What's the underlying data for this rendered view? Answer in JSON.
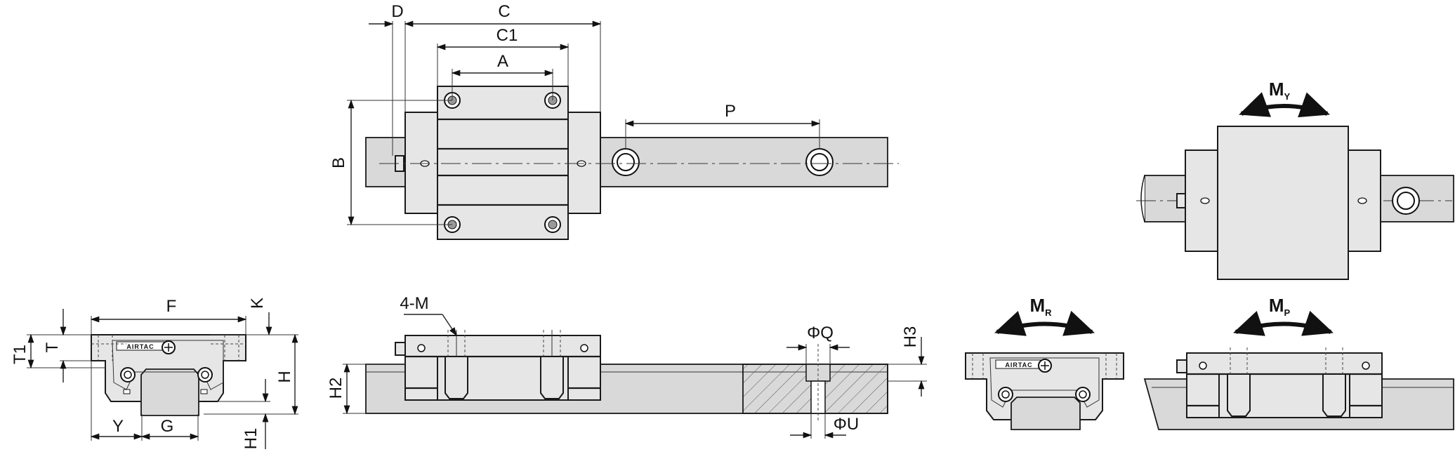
{
  "labels": {
    "D": "D",
    "C": "C",
    "C1": "C1",
    "A": "A",
    "P": "P",
    "B": "B",
    "F": "F",
    "K": "K",
    "T1": "T1",
    "T": "T",
    "H": "H",
    "H1": "H1",
    "Y": "Y",
    "G": "G",
    "four_M": "4-M",
    "H2": "H2",
    "H3": "H3",
    "PhiQ": "ΦQ",
    "PhiU": "ΦU"
  },
  "moments": {
    "MY": {
      "main": "M",
      "sub": "Y"
    },
    "MR": {
      "main": "M",
      "sub": "R"
    },
    "MP": {
      "main": "M",
      "sub": "P"
    }
  },
  "brand": "AIRTAC",
  "colors": {
    "body_fill": "#e6e6e6",
    "rail_fill": "#d9d9d9",
    "line": "#1a1a1a"
  }
}
